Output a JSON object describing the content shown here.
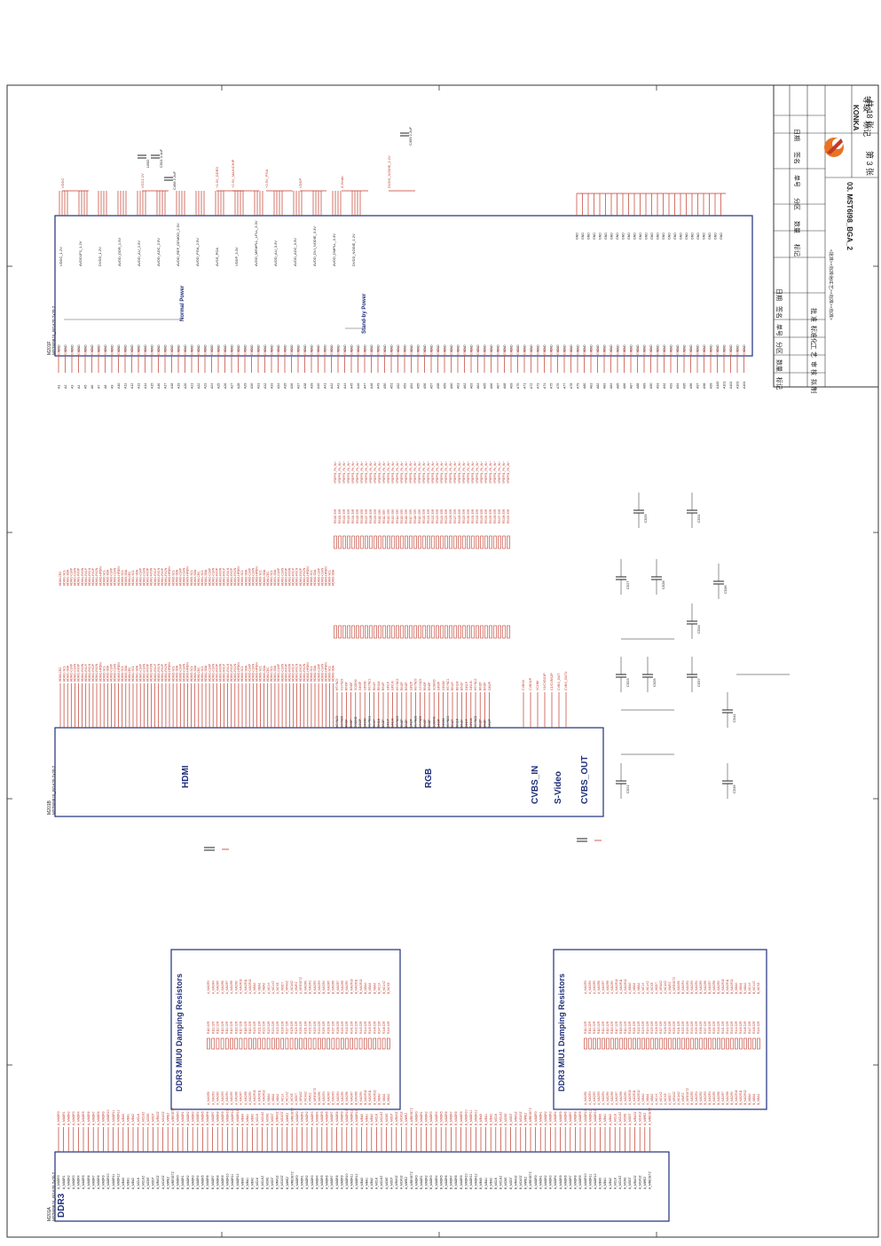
{
  "title_block": {
    "labels_top": [
      "等级",
      "标记"
    ],
    "logo_text": "KONKA",
    "sheet_no": "第 3 张",
    "sheet_total": "共 18 张",
    "drawing_name": "03. MST6I98_BGA_2",
    "header_cells": [
      "标记",
      "数量",
      "分区",
      "单号",
      "签名",
      "日期"
    ],
    "role_rows": [
      "标记",
      "数量",
      "分区",
      "单号",
      "签名",
      "日期"
    ],
    "signers": [
      "拟 制",
      "审 核",
      "工 艺",
      "标准化",
      "批 准"
    ],
    "fields": [
      "<标准>",
      "<标准>",
      "<工艺>",
      "<标准化>",
      "<批准>"
    ]
  },
  "blocks": {
    "power": {
      "ref": "M201F",
      "part": "MST6I98JX_BGA20 2x20.2",
      "label_normal": "Normal Power",
      "label_standby": "Stand-by Power"
    },
    "video": {
      "ref": "M201B",
      "part": "MST6I98JX_BGA20 2x20.2",
      "labels": [
        "HDMI",
        "RGB",
        "CVBS_IN",
        "S-Video",
        "CVBS_OUT"
      ]
    },
    "ddr": {
      "ref": "M201A",
      "part": "MST6I98JX_BGA20 2x20.2",
      "label": "DDR3",
      "damp0": "DDR3 MIU0 Damping Resistors",
      "damp1": "DDR3 MIU1 Damping Resistors"
    }
  },
  "nets": {
    "power_top": [
      "VDDC",
      "VCC1.2V",
      "+1.5V_DDR3",
      "+2.5V_MAINCHIP",
      "+2.5V_PGA",
      "VDDP",
      "3.3Vstb",
      "DVDD_NODIE_1.2V"
    ],
    "power_left": [
      "VDDC_1.2V",
      "AVDD1P2_1.2V",
      "DVDD_1.2V",
      "AVDD_DDR_1.5V",
      "AVDD_AU_2.5V",
      "AVDD_ADC_2.5V",
      "AVDD_REF_DEMOD_2.5V",
      "AVDD_PGA_2.5V",
      "AVSS_PGA",
      "VDDP_3.3V",
      "AVDD_MEMPLL_LPLL_3.3V",
      "AVDD_AU_3.3V",
      "AVDD_ADC_3.3V",
      "AVDD_DVI_NODIE_3.3V",
      "AVDD_DMPLL_3.3V",
      "DVDD_NODIE_1.2V"
    ],
    "caps_top": [
      "C499 2.2uF",
      "LB02",
      "C501 0.1uF",
      "C498 2.2uF"
    ],
    "hdmi_in": [
      "HDMI-CEC",
      "HDMI1-SCL",
      "HDMI1-SDA",
      "HDMI1-CLKP",
      "HDMI1-CLKN",
      "HDMI1-RX0P",
      "HDMI1-RX0N",
      "HDMI1-RX1P",
      "HDMI1-RX1N",
      "HDMI1-RX2P",
      "HDMI1-RX2N",
      "HDMI2-HPDIN",
      "HDMI2-SCL",
      "HDMI2-SDA",
      "HDMI2-CLKP",
      "HDMI2-CLKN",
      "HDMI3-HPDIN",
      "HDMI3-SCL",
      "HDMI3-SDA"
    ],
    "rgb_in": [
      "HSYNC0",
      "VSYNC0",
      "RIN0P",
      "BIN0P",
      "SOGIN0",
      "GIN0P",
      "GIN0M",
      "HSYNC1",
      "RIN1P",
      "RIN1M",
      "BIN1P",
      "GIN1P",
      "GIN1M",
      "HSYNC2",
      "RIN2P",
      "BIN2P",
      "GIN2P"
    ],
    "cvbs": [
      "CVBS0",
      "CVBS1P",
      "VCOM",
      "Y1/CVBS1P",
      "C1/CVBS2P",
      "CVBS_OUT",
      "CVBS_OUT1"
    ],
    "ddr_a": [
      "A_MADR0",
      "A_MADR1",
      "A_MADR2",
      "A_MADR3",
      "A_MADR4",
      "A_MADR5",
      "A_MADR6",
      "A_MADR7",
      "A_MADR8",
      "A_MADR9",
      "A_MADR10",
      "A_MADR11",
      "A_MADR12",
      "A_MBA0",
      "A_MBA1",
      "A_MBA2",
      "A_MCLK",
      "A_MCLKZ",
      "A_MCKE",
      "A_MODT",
      "A_MRASZ",
      "A_MCASZ",
      "A_MWEZ",
      "A_MRESETZ"
    ],
    "ddr_b": [
      "B_MADR0",
      "B_MADR1",
      "B_MADR2",
      "B_MADR3",
      "B_MADR4",
      "B_MADR5",
      "B_MADR6",
      "B_MADR7",
      "B_MADR8",
      "B_MADR9",
      "B_MADR10",
      "B_MADR11",
      "B_MADR12",
      "B_MBA0",
      "B_MBA1",
      "B_MBA2",
      "B_MCLK",
      "B_MCLKZ",
      "B_MCKE",
      "B_MODT",
      "B_MRASZ",
      "B_MCASZ",
      "B_MWEZ",
      "B_MRESETZ"
    ]
  }
}
